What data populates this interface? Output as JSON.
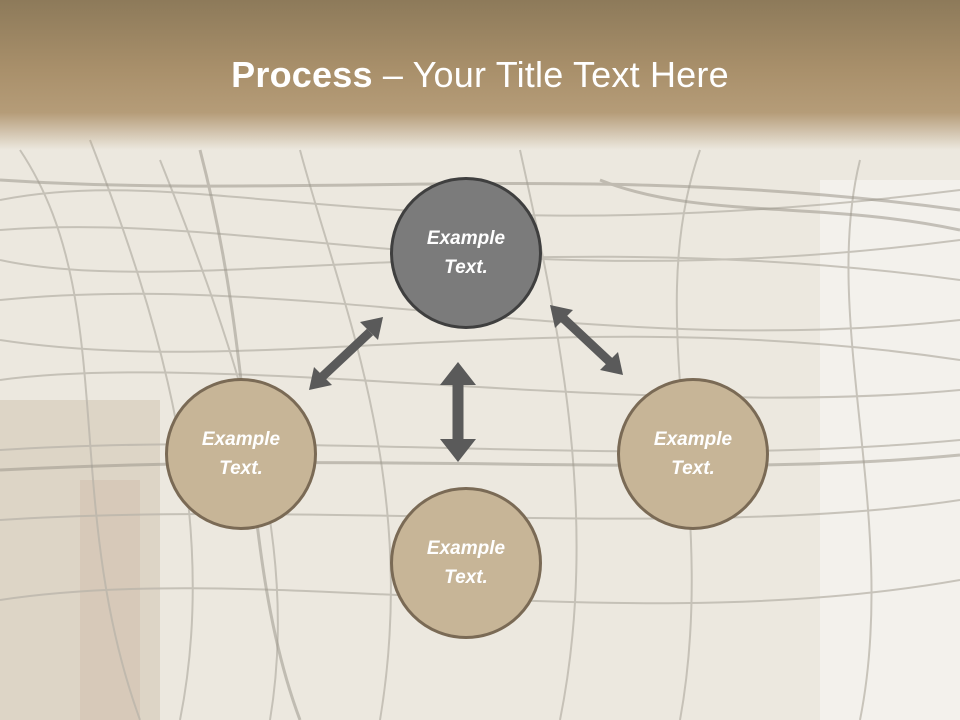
{
  "title": {
    "bold": "Process",
    "rest": " – Your Title Text Here"
  },
  "nodes": {
    "top": "Example Text.",
    "left": "Example Text.",
    "right": "Example Text.",
    "bottom": "Example Text."
  },
  "colors": {
    "header": "#a88f6a",
    "node_top": "#7b7b7b",
    "node_other": "#c7b597",
    "arrows": "#5a5a5a"
  }
}
